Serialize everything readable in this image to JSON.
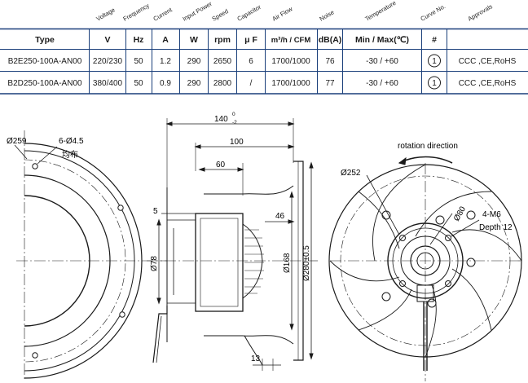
{
  "table": {
    "rotated_headers": [
      "Voltage",
      "Frequency",
      "Current",
      "Input Power",
      "Speed",
      "Capacitor",
      "Air Flow",
      "Noise",
      "Temperature",
      "Curve No.",
      "Approvals"
    ],
    "unit_header": {
      "type": "Type",
      "voltage": "V",
      "frequency": "Hz",
      "current": "A",
      "power": "W",
      "speed": "rpm",
      "capacitor": "μ F",
      "airflow": "m³/h / CFM",
      "noise": "dB(A)",
      "temperature": "Min / Max(℃)",
      "curve": "#"
    },
    "rows": [
      {
        "type": "B2E250-100A-AN00",
        "voltage": "220/230",
        "frequency": "50",
        "current": "1.2",
        "power": "290",
        "speed": "2650",
        "capacitor": "6",
        "airflow": "1700/1000",
        "noise": "76",
        "temperature": "-30 / +60",
        "curve": "1",
        "approvals": "CCC ,CE,RoHS"
      },
      {
        "type": "B2D250-100A-AN00",
        "voltage": "380/400",
        "frequency": "50",
        "current": "0.9",
        "power": "290",
        "speed": "2800",
        "capacitor": "/",
        "airflow": "1700/1000",
        "noise": "77",
        "temperature": "-30 / +60",
        "curve": "1",
        "approvals": "CCC ,CE,RoHS"
      }
    ]
  },
  "drawing": {
    "left": {
      "dia": "Ø259",
      "holes": "6-Ø4.5",
      "holes_note": "均布"
    },
    "side": {
      "overall": "140",
      "tol_upper": "0",
      "tol_lower": "-2",
      "len100": "100",
      "len60": "60",
      "d5": "5",
      "d46": "46",
      "d78": "Ø78",
      "d168": "Ø168",
      "d280": "Ø280±0.5",
      "d13": "13"
    },
    "right": {
      "rotation": "rotation direction",
      "dia252": "Ø252",
      "dia80": "Ø80",
      "thread": "4-M6",
      "depth": "Depth 12"
    }
  }
}
